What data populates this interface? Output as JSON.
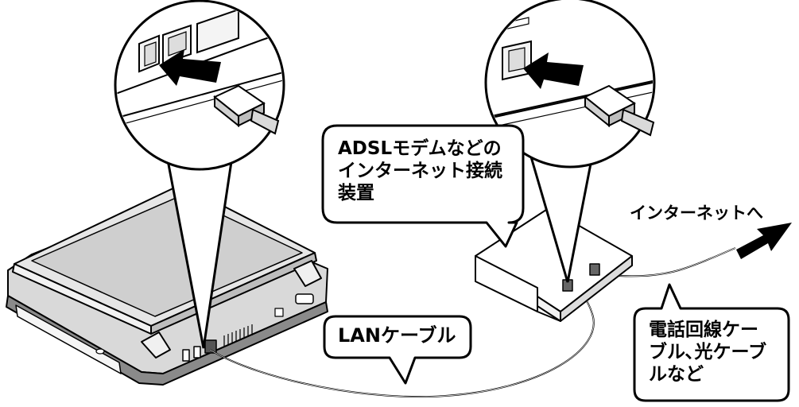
{
  "labels": {
    "device_line1": "ADSLモデムなどの",
    "device_line2": "インターネット接続",
    "device_line3": "装置",
    "lan_cable": "LANケーブル",
    "phone_line1": "電話回線ケー",
    "phone_line2": "ブル､光ケーブ",
    "phone_line3": "ルなど",
    "to_internet": "インターネットへ"
  },
  "icons": [
    "laptop-icon",
    "modem-icon",
    "lan-connector-icon",
    "arrow-icon"
  ],
  "colors": {
    "stroke": "#000000",
    "fill": "#ffffff",
    "shade": "#c8c8c8",
    "dark": "#666666"
  }
}
